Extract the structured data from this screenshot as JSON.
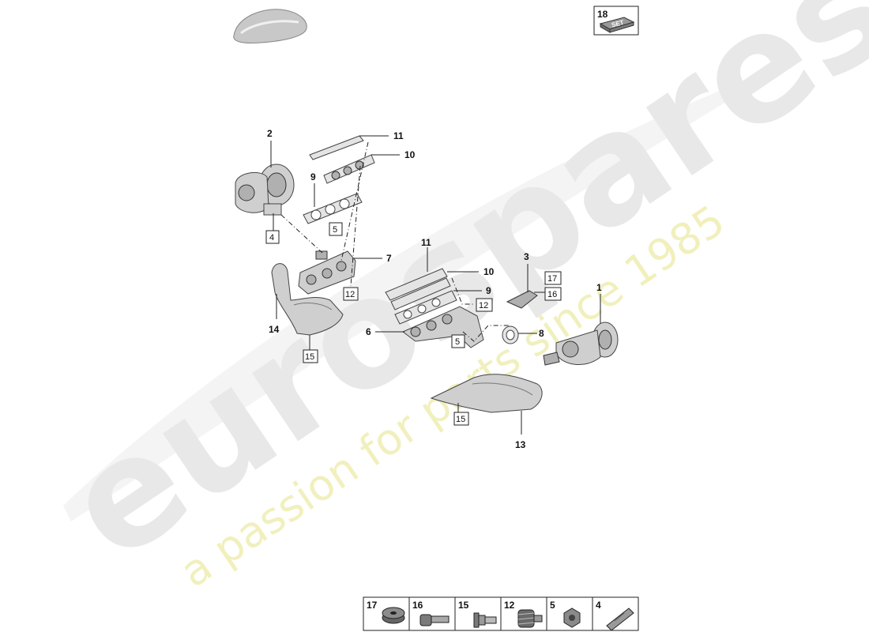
{
  "watermark": {
    "brand": "eurospares",
    "tagline": "a passion for parts since 1985"
  },
  "set_badge": {
    "number": "18",
    "label": "SET"
  },
  "callouts": {
    "c1": "1",
    "c2": "2",
    "c3": "3",
    "c4": "4",
    "c5a": "5",
    "c5b": "5",
    "c6": "6",
    "c7": "7",
    "c8": "8",
    "c9a": "9",
    "c9b": "9",
    "c10a": "10",
    "c10b": "10",
    "c11a": "11",
    "c11b": "11",
    "c12a": "12",
    "c12b": "12",
    "c13": "13",
    "c14": "14",
    "c15a": "15",
    "c15b": "15",
    "c16": "16",
    "c17": "17"
  },
  "hardware_strip": [
    "17",
    "16",
    "15",
    "12",
    "5",
    "4"
  ],
  "icons": {
    "car": "car-silhouette-icon",
    "set": "set-package-icon",
    "hardware": [
      "washer-icon",
      "bolt-icon",
      "flange-bolt-icon",
      "spring-icon",
      "nut-icon",
      "stud-icon"
    ]
  }
}
